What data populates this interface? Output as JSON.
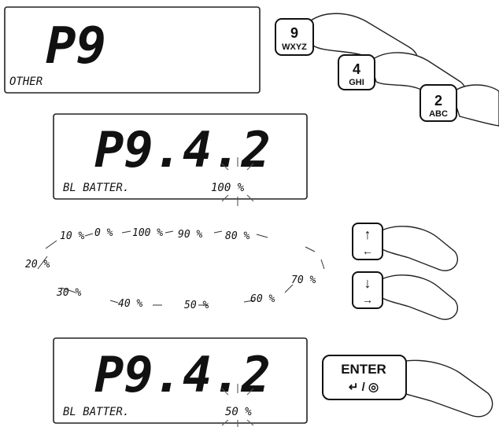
{
  "panel1": {
    "code": "P9",
    "label": "OTHER"
  },
  "panel2": {
    "code": "P9.4.2",
    "label": "BL BATTER.",
    "value": "100 %"
  },
  "panel3": {
    "code": "P9.4.2",
    "label": "BL BATTER.",
    "value": "50 %"
  },
  "keys": {
    "k9": {
      "num": "9",
      "letters": "WXYZ"
    },
    "k4": {
      "num": "4",
      "letters": "GHI"
    },
    "k2": {
      "num": "2",
      "letters": "ABC"
    },
    "up": {
      "glyph": "↑",
      "sub": "←"
    },
    "down": {
      "glyph": "↓",
      "sub": "→"
    },
    "enter": {
      "label": "ENTER",
      "sub": "↵ / ◎"
    }
  },
  "cycle": [
    "10 %",
    "0 %",
    "100 %",
    "90 %",
    "80 %",
    "70 %",
    "60 %",
    "50 %",
    "40 %",
    "30 %",
    "20 %"
  ]
}
